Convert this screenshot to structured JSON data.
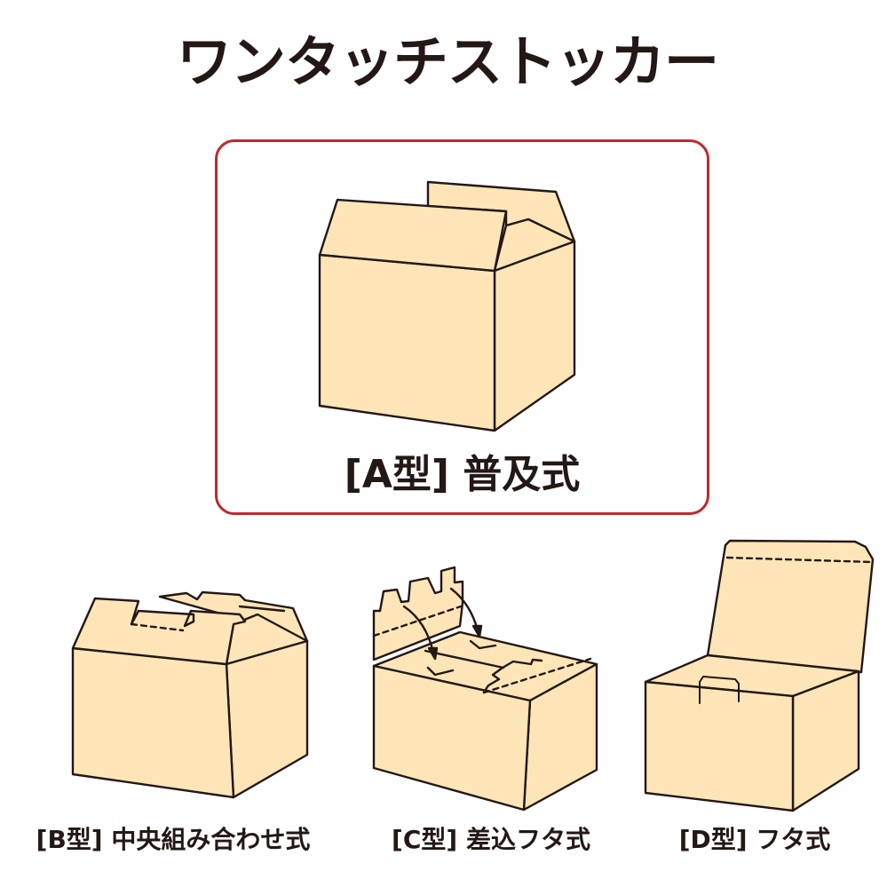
{
  "header": {
    "title": "ワンタッチストッカー"
  },
  "featured": {
    "type_code": "A型",
    "label": "[A型] 普及式",
    "style_name": "普及式",
    "border_color": "#c0282d",
    "illustration": "box-regular-slotted-icon"
  },
  "variants": [
    {
      "type_code": "B型",
      "label": "[B型] 中央組み合わせ式",
      "style_name": "中央組み合わせ式",
      "illustration": "box-center-interlock-icon"
    },
    {
      "type_code": "C型",
      "label": "[C型] 差込フタ式",
      "style_name": "差込フタ式",
      "illustration": "box-tuck-lid-icon"
    },
    {
      "type_code": "D型",
      "label": "[D型] フタ式",
      "style_name": "フタ式",
      "illustration": "box-hinged-lid-icon"
    }
  ],
  "colors": {
    "cardboard": "#fde5b8",
    "outline": "#231815",
    "text": "#231815",
    "accent": "#c0282d"
  }
}
